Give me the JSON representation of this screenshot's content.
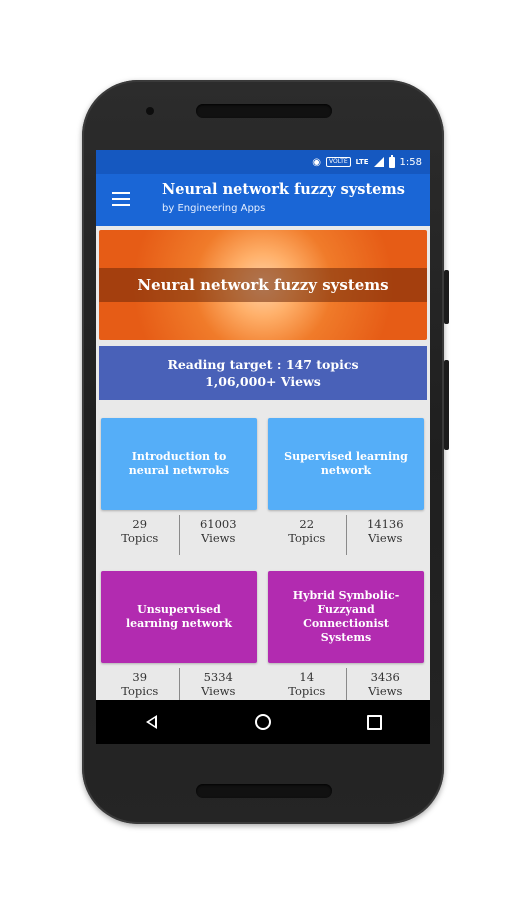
{
  "status": {
    "icons": [
      "hotspot-icon",
      "volte-icon",
      "lte-icon",
      "signal-icon",
      "battery-icon"
    ],
    "volte": "VOLTE",
    "lte": "LTE",
    "time": "1:58"
  },
  "appbar": {
    "title": "Neural network fuzzy systems",
    "subtitle": "by Engineering Apps",
    "color": "#1a66d6"
  },
  "banner": {
    "title": "Neural network fuzzy systems"
  },
  "target": {
    "line1": "Reading target :  147 topics",
    "line2": "1,06,000+ Views"
  },
  "cards": [
    {
      "title": "Introduction to neural netwroks",
      "topics": "29",
      "topics_label": "Topics",
      "views": "61003",
      "views_label": "Views",
      "color": "#55aef8"
    },
    {
      "title": "Supervised learning network",
      "topics": "22",
      "topics_label": "Topics",
      "views": "14136",
      "views_label": "Views",
      "color": "#55aef8"
    },
    {
      "title": "Unsupervised learning network",
      "topics": "39",
      "topics_label": "Topics",
      "views": "5334",
      "views_label": "Views",
      "color": "#b22bb0"
    },
    {
      "title": "Hybrid Symbolic-Fuzzyand Connectionist Systems",
      "topics": "14",
      "topics_label": "Topics",
      "views": "3436",
      "views_label": "Views",
      "color": "#b22bb0"
    }
  ],
  "navbar": {
    "icons": [
      "back-icon",
      "home-icon",
      "recents-icon"
    ]
  }
}
